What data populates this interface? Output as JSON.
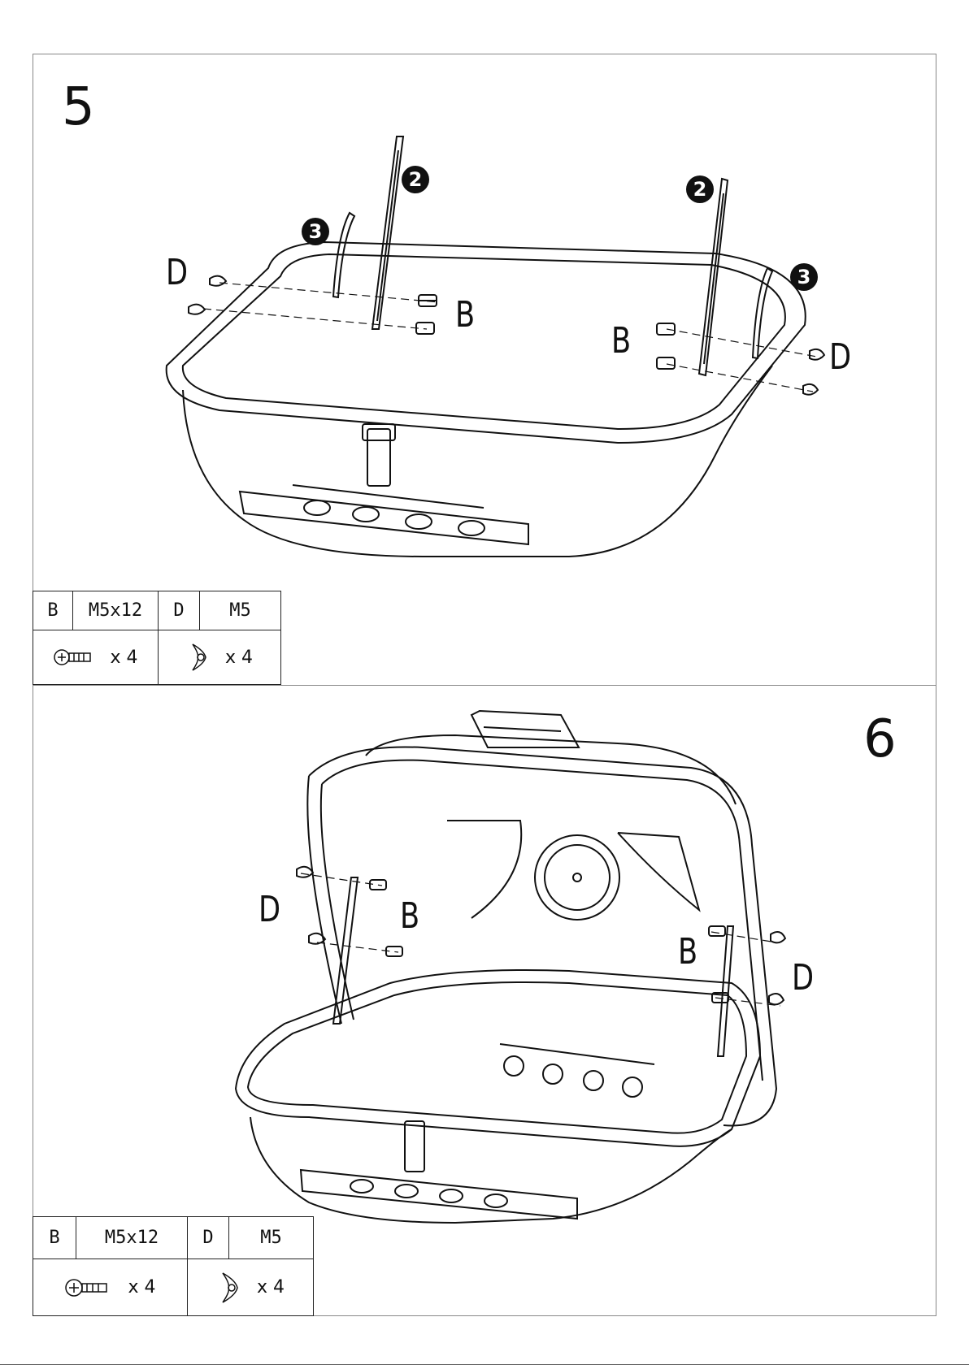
{
  "steps": {
    "step5": {
      "number": "5",
      "labels": {
        "d_left": "D",
        "b_left": "B",
        "b_right": "B",
        "d_right": "D"
      },
      "callouts": {
        "part2_left": "2",
        "part3_left": "3",
        "part2_right": "2",
        "part3_right": "3"
      },
      "parts_table": {
        "b_code": "B",
        "b_size": "M5x12",
        "b_qty": "x 4",
        "d_code": "D",
        "d_size": "M5",
        "d_qty": "x 4"
      }
    },
    "step6": {
      "number": "6",
      "labels": {
        "d_left": "D",
        "b_left": "B",
        "b_right": "B",
        "d_right": "D"
      },
      "parts_table": {
        "b_code": "B",
        "b_size": "M5x12",
        "b_qty": "x 4",
        "d_code": "D",
        "d_size": "M5",
        "d_qty": "x 4"
      }
    }
  },
  "icons": [
    "bolt-icon",
    "wing-nut-icon"
  ]
}
